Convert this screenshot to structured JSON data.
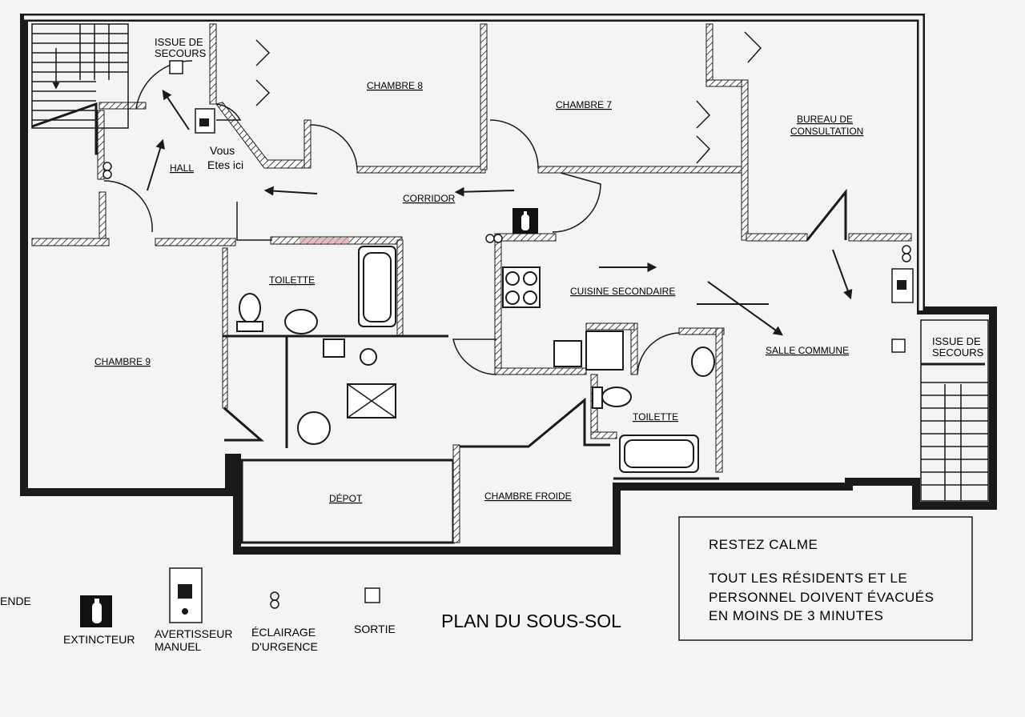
{
  "title": "PLAN DU SOUS-SOL",
  "rooms": {
    "chambre8": "CHAMBRE 8",
    "chambre7": "CHAMBRE 7",
    "chambre9": "CHAMBRE 9",
    "bureau_line1": "BUREAU DE",
    "bureau_line2": "CONSULTATION",
    "hall": "HALL",
    "corridor": "CORRIDOR",
    "toilette1": "TOILETTE",
    "toilette2": "TOILETTE",
    "cuisine": "CUISINE SECONDAIRE",
    "salle": "SALLE COMMUNE",
    "depot": "DÉPOT",
    "chambre_froide": "CHAMBRE FROIDE"
  },
  "exits": {
    "issue1_line1": "ISSUE DE",
    "issue1_line2": "SECOURS",
    "issue2_line1": "ISSUE DE",
    "issue2_line2": "SECOURS"
  },
  "you_are_here": {
    "line1": "Vous",
    "line2": "Etes ici"
  },
  "legend": {
    "heading_fragment": "ENDE",
    "extincteur": "EXTINCTEUR",
    "avertisseur_line1": "AVERTISSEUR",
    "avertisseur_line2": "MANUEL",
    "eclairage_line1": "ÉCLAIRAGE",
    "eclairage_line2": "D'URGENCE",
    "sortie": "SORTIE"
  },
  "notice": {
    "line1": "RESTEZ CALME",
    "line2": "TOUT LES RÉSIDENTS ET LE",
    "line3": "PERSONNEL DOIVENT ÉVACUÉS",
    "line4": "EN MOINS DE 3 MINUTES"
  },
  "icons": [
    "extinguisher-icon",
    "manual-alarm-icon",
    "emergency-light-icon",
    "exit-icon",
    "evacuation-arrow-icon",
    "stairs-icon"
  ],
  "colors": {
    "ink": "#1a1a1a",
    "paper": "#f4f4f2",
    "highlight_wall": "#d9a0a0"
  }
}
